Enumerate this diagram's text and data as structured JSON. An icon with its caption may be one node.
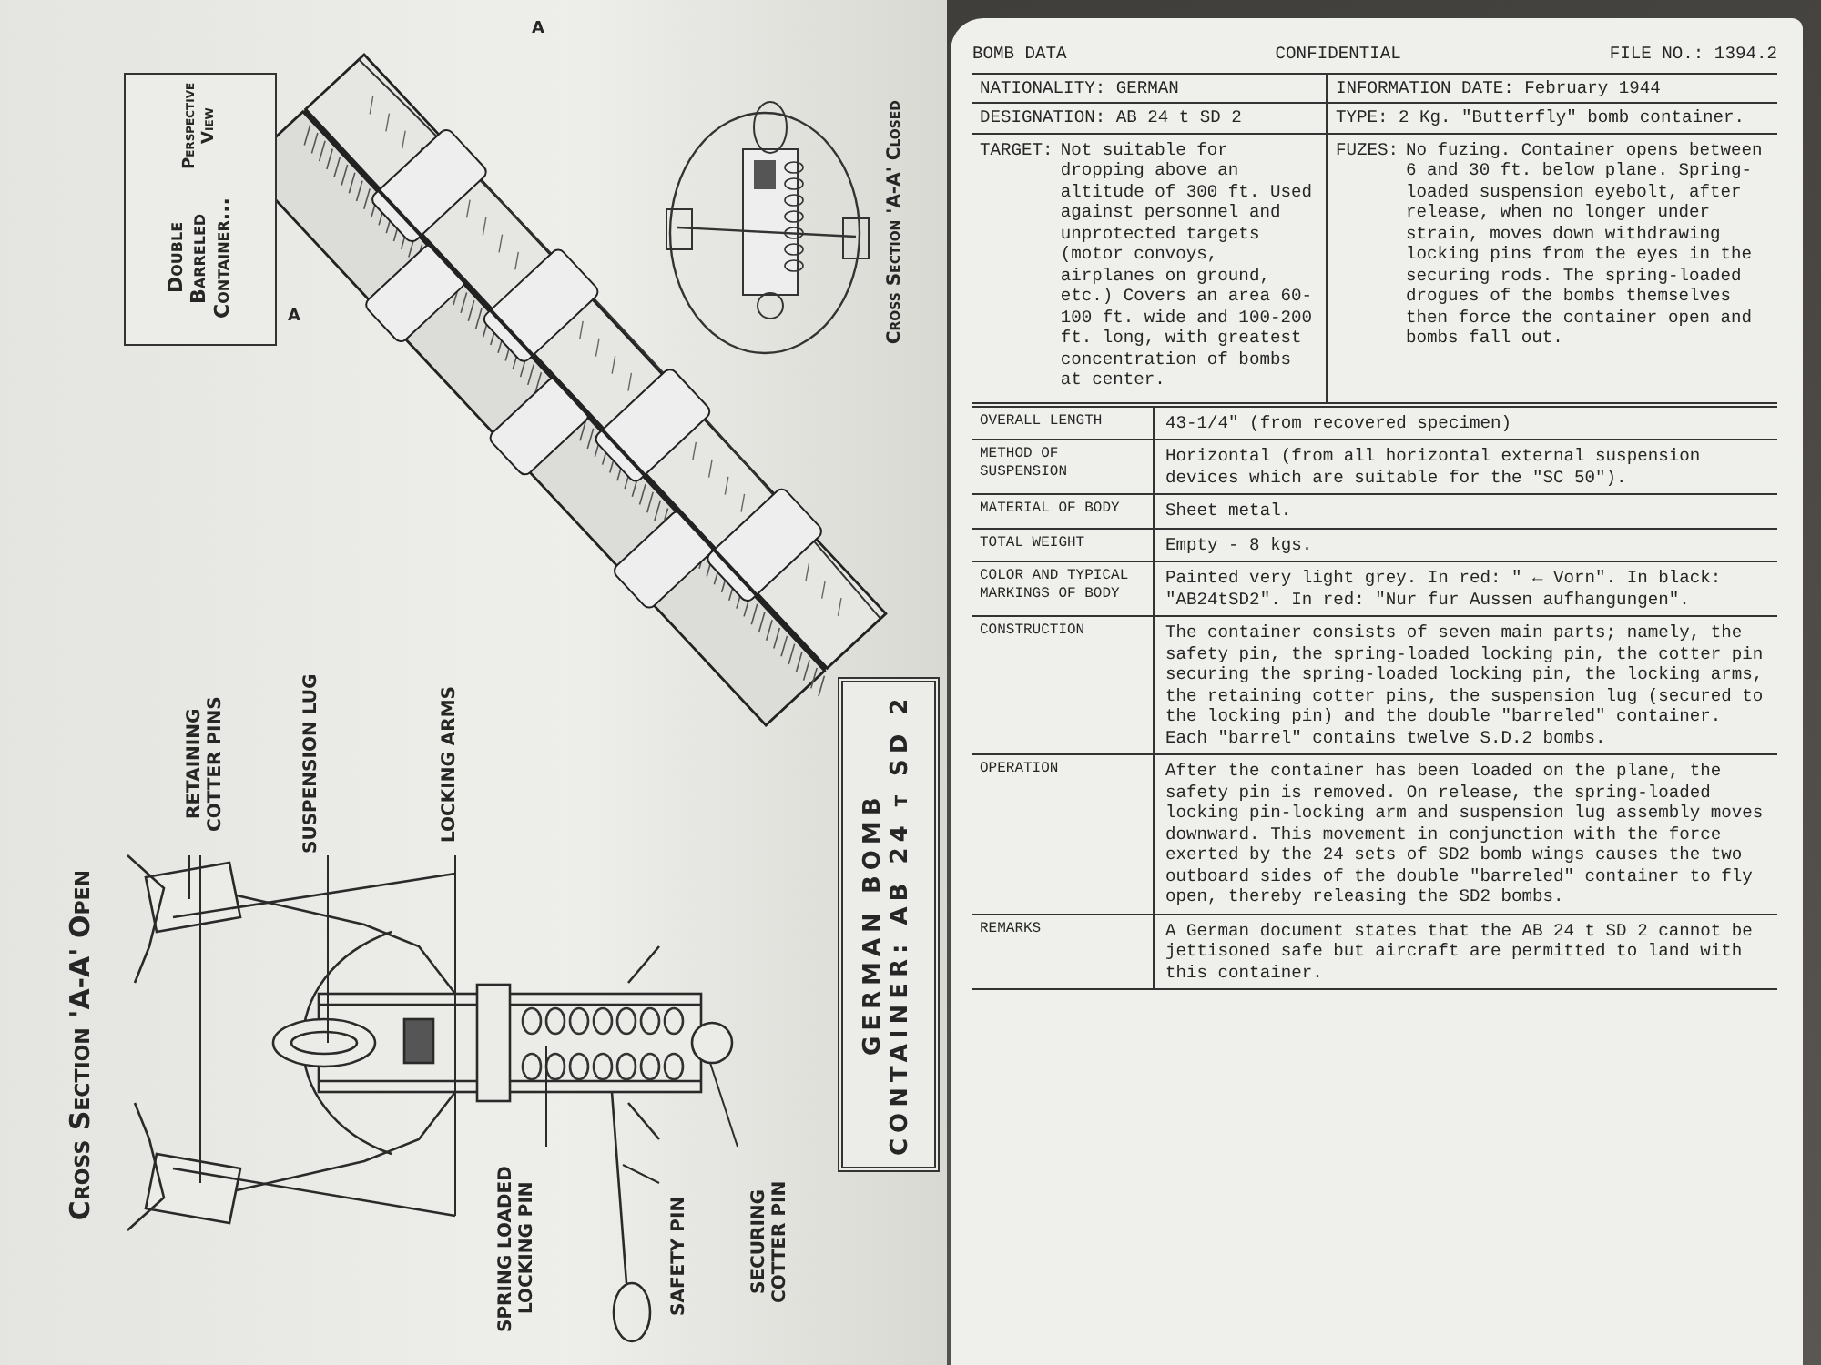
{
  "diagram": {
    "nodes": [
      {
        "text": [
          "Double Barreled Container...",
          "Perspective View"
        ]
      },
      {
        "text": [
          "GERMAN BOMB CONTAINER: AB 24 t SD 2"
        ]
      },
      {
        "text": [
          "RETAINING COTTER PINS"
        ]
      },
      {
        "text": [
          "SUSPENSION LUG"
        ]
      },
      {
        "text": [
          "LOCKING ARMS"
        ]
      },
      {
        "text": [
          "SPRING LOADED LOCKING PIN"
        ]
      },
      {
        "text": [
          "SAFETY PIN"
        ]
      },
      {
        "text": [
          "SECURING COTTER PIN"
        ]
      }
    ],
    "edges": [
      {
        "from": 2,
        "to": null,
        "arrow": "none"
      },
      {
        "from": 2,
        "to": null,
        "arrow": "none"
      },
      {
        "from": 3,
        "to": null,
        "arrow": "none"
      },
      {
        "from": 4,
        "to": null,
        "arrow": "none"
      },
      {
        "from": 4,
        "to": null,
        "arrow": "none"
      },
      {
        "from": 5,
        "to": null,
        "arrow": "none"
      },
      {
        "from": 6,
        "to": null,
        "arrow": "none"
      },
      {
        "from": 7,
        "to": null,
        "arrow": "none"
      }
    ],
    "labels": [
      "Cross Section 'A-A' Closed",
      "A",
      "A",
      "Cross Section 'A-A' Open",
      "BOMB DATA",
      "CONFIDENTIAL",
      "FILE NO.: 1394.2",
      "NATIONALITY: GERMAN",
      "INFORMATION DATE: February 1944",
      "DESIGNATION: AB 24 t SD 2",
      "TYPE: 2 Kg. \"Butterfly\" bomb container.",
      "TARGET:",
      "Not suitable for dropping above an altitude of 300 ft. Used against personnel and unprotected targets (motor convoys, airplanes on ground, etc.) Covers an area 60-100 ft. wide and 100-200 ft. long, with greatest concentration of bombs at center.",
      "FUZES:",
      "No fuzing. Container opens between 6 and 30 ft. below plane. Spring-loaded suspension eyebolt, after release, when no longer under strain, moves down withdrawing locking pins from the eyes in the securing rods. The spring-loaded drogues of the bombs themselves then force the container open and bombs fall out.",
      "OVERALL LENGTH",
      "43-1/4\" (from recovered specimen)",
      "METHOD OF SUSPENSION",
      "Horizontal (from all horizontal external suspension devices which are suitable for the \"SC 50\").",
      "MATERIAL OF BODY",
      "Sheet metal.",
      "TOTAL WEIGHT",
      "Empty - 8 kgs.",
      "COLOR AND TYPICAL MARKINGS OF BODY",
      "Painted very light grey. In red: \" ← Vorn\". In black: \"AB24tSD2\". In red: \"Nur fur Aussen aufhangungen\".",
      "CONSTRUCTION",
      "The container consists of seven main parts; namely, the safety pin, the spring-loaded locking pin, the cotter pin securing the spring-loaded locking pin, the locking arms, the retaining cotter pins, the suspension lug (secured to the locking pin) and the double \"barreled\" container. Each \"barrel\" contains twelve S.D.2 bombs.",
      "OPERATION",
      "After the container has been loaded on the plane, the safety pin is removed. On release, the spring-loaded locking pin-locking arm and suspension lug assembly moves downward. This movement in conjunction with the force exerted by the 24 sets of SD2 bomb wings causes the two outboard sides of the double \"barreled\" container to fly open, thereby releasing the SD2 bombs.",
      "REMARKS",
      "A German document states that the AB 24 t SD 2 cannot be jettisoned safe but aircraft are permitted to land with this container."
    ]
  }
}
